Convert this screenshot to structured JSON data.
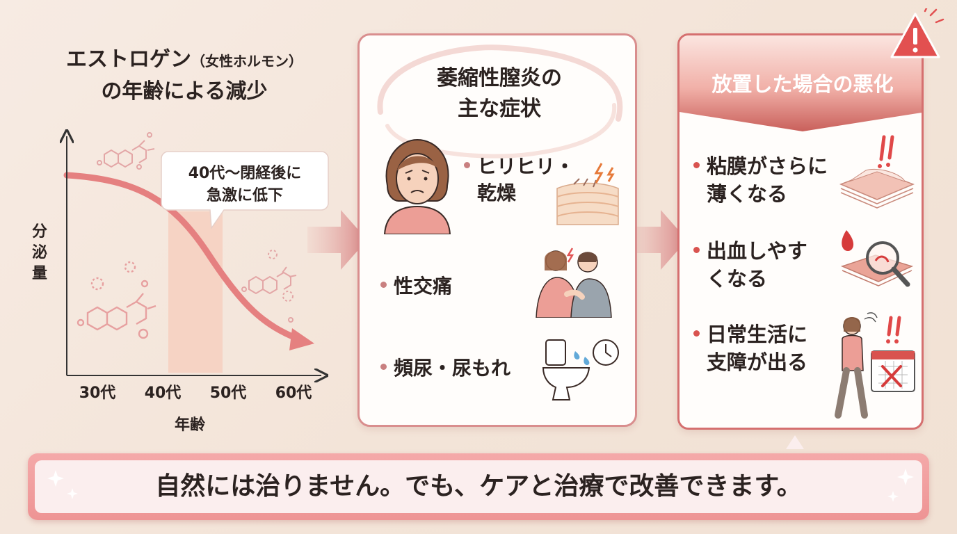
{
  "chart": {
    "title_main": "エストロゲン",
    "title_sub": "（女性ホルモン）",
    "title_line2": "の年齢による減少",
    "ylabel": "分泌量",
    "xlabel": "年齢",
    "callout": [
      "40代〜閉経後に",
      "急激に低下"
    ]
  },
  "chart_data": {
    "type": "line",
    "categories": [
      "30代",
      "40代",
      "50代",
      "60代"
    ],
    "xlabel": "年齢",
    "ylabel": "分泌量",
    "highlight_range": [
      "40代",
      "50代"
    ],
    "trend": "decreasing",
    "annotation": "40代〜閉経後に急激に低下",
    "colors": {
      "curve": "#e58080",
      "highlight": "#f6cfc0"
    }
  },
  "symptoms": {
    "title": [
      "萎縮性膣炎の",
      "主な症状"
    ],
    "items": [
      {
        "label": [
          "ヒリヒリ・",
          "乾燥"
        ],
        "icon": "dry-skin-icon"
      },
      {
        "label": [
          "性交痛"
        ],
        "icon": "couple-pain-icon"
      },
      {
        "label": [
          "頻尿・尿もれ"
        ],
        "icon": "toilet-clock-icon"
      }
    ],
    "person_icon": "worried-woman-icon"
  },
  "worsening": {
    "title": "放置した場合の悪化",
    "items": [
      {
        "label": [
          "粘膜がさらに",
          "薄くなる"
        ],
        "icon": "thin-membrane-icon"
      },
      {
        "label": [
          "出血しやす",
          "くなる"
        ],
        "icon": "bleeding-magnifier-icon"
      },
      {
        "label": [
          "日常生活に",
          "支障が出る"
        ],
        "icon": "walking-calendar-icon"
      }
    ],
    "warning_icon": "warning-triangle-icon"
  },
  "banner": {
    "text": "自然には治りません。でも、ケアと治療で改善できます。"
  },
  "colors": {
    "accent": "#d56f6f",
    "panel_border": "#d98e8e",
    "banner": "#ee9494"
  }
}
